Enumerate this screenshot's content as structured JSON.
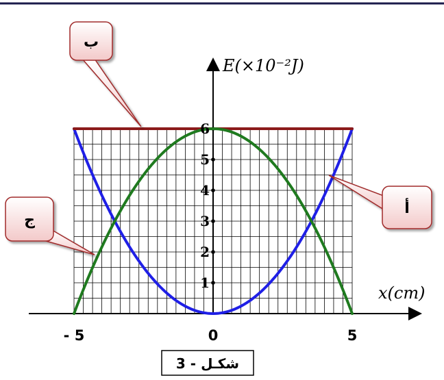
{
  "chart_data": {
    "type": "line",
    "y_axis_label": "E(×10⁻²J)",
    "x_axis_label": "x(cm)",
    "x_ticks": [
      -5,
      0,
      5
    ],
    "x_tick_labels": [
      "- 5",
      "0",
      "5"
    ],
    "y_ticks": [
      1,
      2,
      3,
      4,
      5,
      6
    ],
    "xlim": [
      -5,
      5
    ],
    "ylim": [
      0,
      6
    ],
    "grid": true,
    "series": [
      {
        "callout": "أ",
        "color": "#1f1fe6",
        "description_form": "6*(x/5)^2",
        "x": [
          -5,
          -4,
          -3,
          -2,
          -1,
          0,
          1,
          2,
          3,
          4,
          5
        ],
        "y": [
          6,
          3.84,
          2.16,
          0.96,
          0.24,
          0,
          0.24,
          0.96,
          2.16,
          3.84,
          6
        ]
      },
      {
        "callout": "ب",
        "color": "#8b1a1a",
        "x": [
          -5,
          5
        ],
        "y": [
          6,
          6
        ]
      },
      {
        "callout": "ج",
        "color": "#1f7a1f",
        "x": [
          -5,
          -4,
          -3,
          -2,
          -1,
          0,
          1,
          2,
          3,
          4,
          5
        ],
        "y": [
          0,
          2.16,
          3.84,
          5.04,
          5.76,
          6,
          5.76,
          5.04,
          3.84,
          2.16,
          0
        ]
      }
    ],
    "caption": "شكـل - 3"
  }
}
